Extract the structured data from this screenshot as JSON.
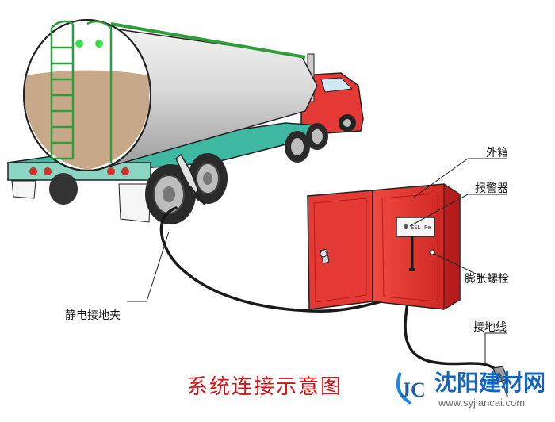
{
  "labels": {
    "outer_box": "外箱",
    "alarm": "报警器",
    "expansion_bolt": "膨胀螺栓",
    "ground_wire": "接地线",
    "static_clamp": "静电接地夹"
  },
  "title": "系统连接示意图",
  "alarm_display": "ESL  Fe",
  "watermark": {
    "logo_text": "JC",
    "site_name": "沈阳建材网",
    "url": "www.syjiancai.com"
  },
  "colors": {
    "cab": "#e53935",
    "box": "#e53935",
    "trailer": "#3fb8a2",
    "ladder": "#2e9d3a",
    "tank": "#c7a98a",
    "title": "#d8141b",
    "watermark": "#1565c0"
  }
}
